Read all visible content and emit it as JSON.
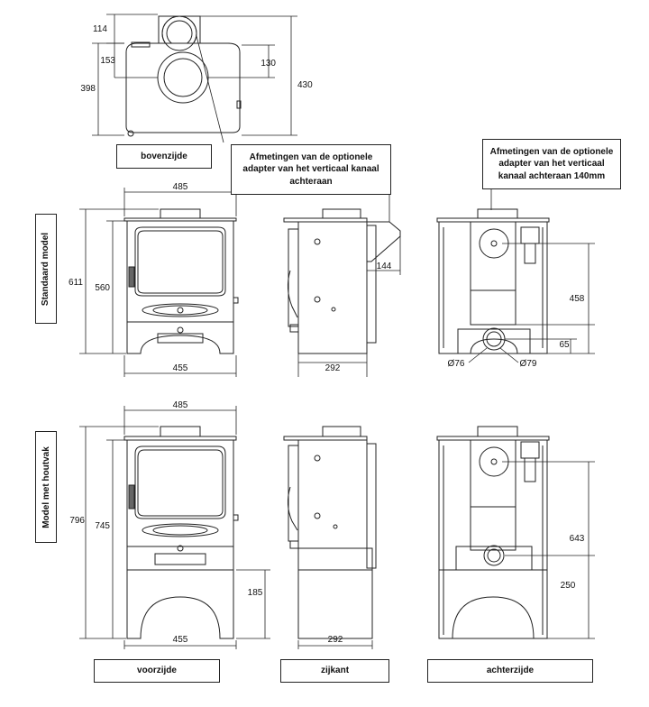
{
  "top_view": {
    "dims": {
      "d114": "114",
      "d153": "153",
      "d398": "398",
      "d130": "130",
      "d430": "430"
    },
    "label": "bovenzijde"
  },
  "callouts": {
    "side": "Afmetingen van de optionele adapter van het verticaal kanaal achteraan",
    "back": "Afmetingen van de optionele adapter van het verticaal kanaal achteraan 140mm"
  },
  "row_labels": {
    "standard": "Standaard model",
    "logstore": "Model met houtvak"
  },
  "standard": {
    "front": {
      "width_top": "485",
      "height_total": "611",
      "height_body": "560",
      "width_base": "455"
    },
    "side": {
      "adapter": "144",
      "depth": "292"
    },
    "back": {
      "height": "458",
      "outlet": "65",
      "dia1": "Ø76",
      "dia2": "Ø79"
    }
  },
  "logstore": {
    "front": {
      "width_top": "485",
      "height_total": "796",
      "height_body": "745",
      "log": "185",
      "width_base": "455"
    },
    "side": {
      "depth": "292"
    },
    "back": {
      "height": "643",
      "outlet": "250"
    }
  },
  "view_labels": {
    "front": "voorzijde",
    "side": "zijkant",
    "back": "achterzijde"
  }
}
